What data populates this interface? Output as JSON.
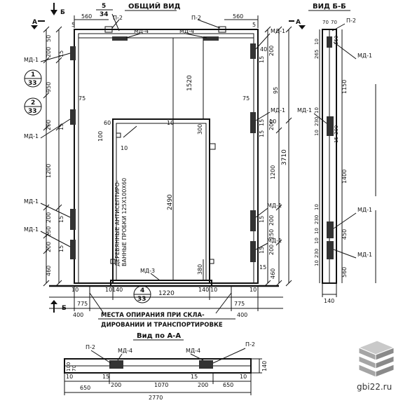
{
  "titles": {
    "general_view": "ОБЩИЙ ВИД",
    "view_bb": "ВИД Б-Б",
    "view_aa": "Вид по А-А"
  },
  "section_marks": {
    "a": "А",
    "b": "Б"
  },
  "callouts": [
    {
      "top": "5",
      "bottom": "34"
    },
    {
      "top": "1",
      "bottom": "33"
    },
    {
      "top": "2",
      "bottom": "33"
    },
    {
      "top": "4",
      "bottom": "33"
    }
  ],
  "part_labels": {
    "md1": "МД-1",
    "md3": "МД-3",
    "md4": "МД-4",
    "p2": "П-2"
  },
  "notes": {
    "antiseptic_1": "ДЕРЕВЯННЫЕ АНТИСЕПТИРО-",
    "antiseptic_2": "ВАННЫЕ ПРОБКИ 125Х100Х60",
    "support_1": "МЕСТА ОПИРАНИЯ ПРИ СКЛА-",
    "support_2": "ДИРОВАНИИ И ТРАНСПОРТИРОВКЕ"
  },
  "dims_main": {
    "top_560_left": "560",
    "top_560_right": "560",
    "d_5_tl": "5",
    "d_5_tr": "5",
    "d_50": "50",
    "d_200_tl": "200",
    "d_15_tl": "15",
    "d_950": "950",
    "d_75": "75",
    "d_200_ml": "200",
    "d_15_ml": "15",
    "d_1200_l": "1200",
    "d_200_l1": "200",
    "d_250_l": "250",
    "d_200_l2": "200",
    "d_15_l1": "15",
    "d_15_l2": "15",
    "d_460_l": "460",
    "d_60": "60",
    "d_100": "100",
    "d_10_door": "10",
    "d_10_inner": "10",
    "d_300": "300",
    "d_1520": "1520",
    "d_2490": "2490",
    "d_380": "380",
    "d_95": "95",
    "d_15_r1": "15",
    "d_200_r1": "200",
    "d_15_r2": "15",
    "d_200_r2": "200",
    "d_15_r3": "15",
    "d_10_r": "10",
    "d_3710": "3710",
    "d_1200_r": "1200",
    "d_15_r4": "15",
    "d_200_r3": "200",
    "d_250_r": "250",
    "d_200_r4": "200",
    "d_15_r5": "15",
    "d_460_r": "460",
    "d_40": "40",
    "d_75_r": "75",
    "d_15_r6": "15",
    "b_10_1": "10",
    "b_10_2": "10",
    "b_10_3": "10",
    "b_10_4": "10",
    "b_140_l": "140",
    "b_140_r": "140",
    "b_1220": "1220",
    "b_775_l": "775",
    "b_775_r": "775",
    "b_400_l": "400",
    "b_400_r": "400"
  },
  "dims_side": {
    "d_70_1": "70",
    "d_70_2": "70",
    "d_10_top": "10",
    "d_265": "265",
    "d_1150": "1150",
    "d_10_m": "10",
    "d_230_1": "230",
    "d_10_m2": "10",
    "d_1400": "1400",
    "d_10_b1": "10",
    "d_230_2": "230",
    "d_10_b2": "10",
    "d_450": "450",
    "d_10_b3": "10",
    "d_230_3": "230",
    "d_10_b4": "10",
    "d_560": "560",
    "d_140": "140",
    "d_150": "150",
    "d_200_s1": "200",
    "d_15_s1": "15"
  },
  "dims_plan": {
    "d_10_l": "10",
    "d_650_l": "650",
    "d_15_l": "15",
    "d_200_l": "200",
    "d_1070": "1070",
    "d_15_r": "15",
    "d_200_r": "200",
    "d_650_r": "650",
    "d_10_r": "10",
    "d_2770": "2770",
    "d_140": "140",
    "d_100": "100",
    "d_70": "70"
  },
  "watermark": "gbi22.ru",
  "colors": {
    "ink": "#111111",
    "paper": "#ffffff",
    "logo_top": "#c9c9c9",
    "logo_side": "#8a8a8a",
    "logo_front": "#a5a5a5"
  }
}
